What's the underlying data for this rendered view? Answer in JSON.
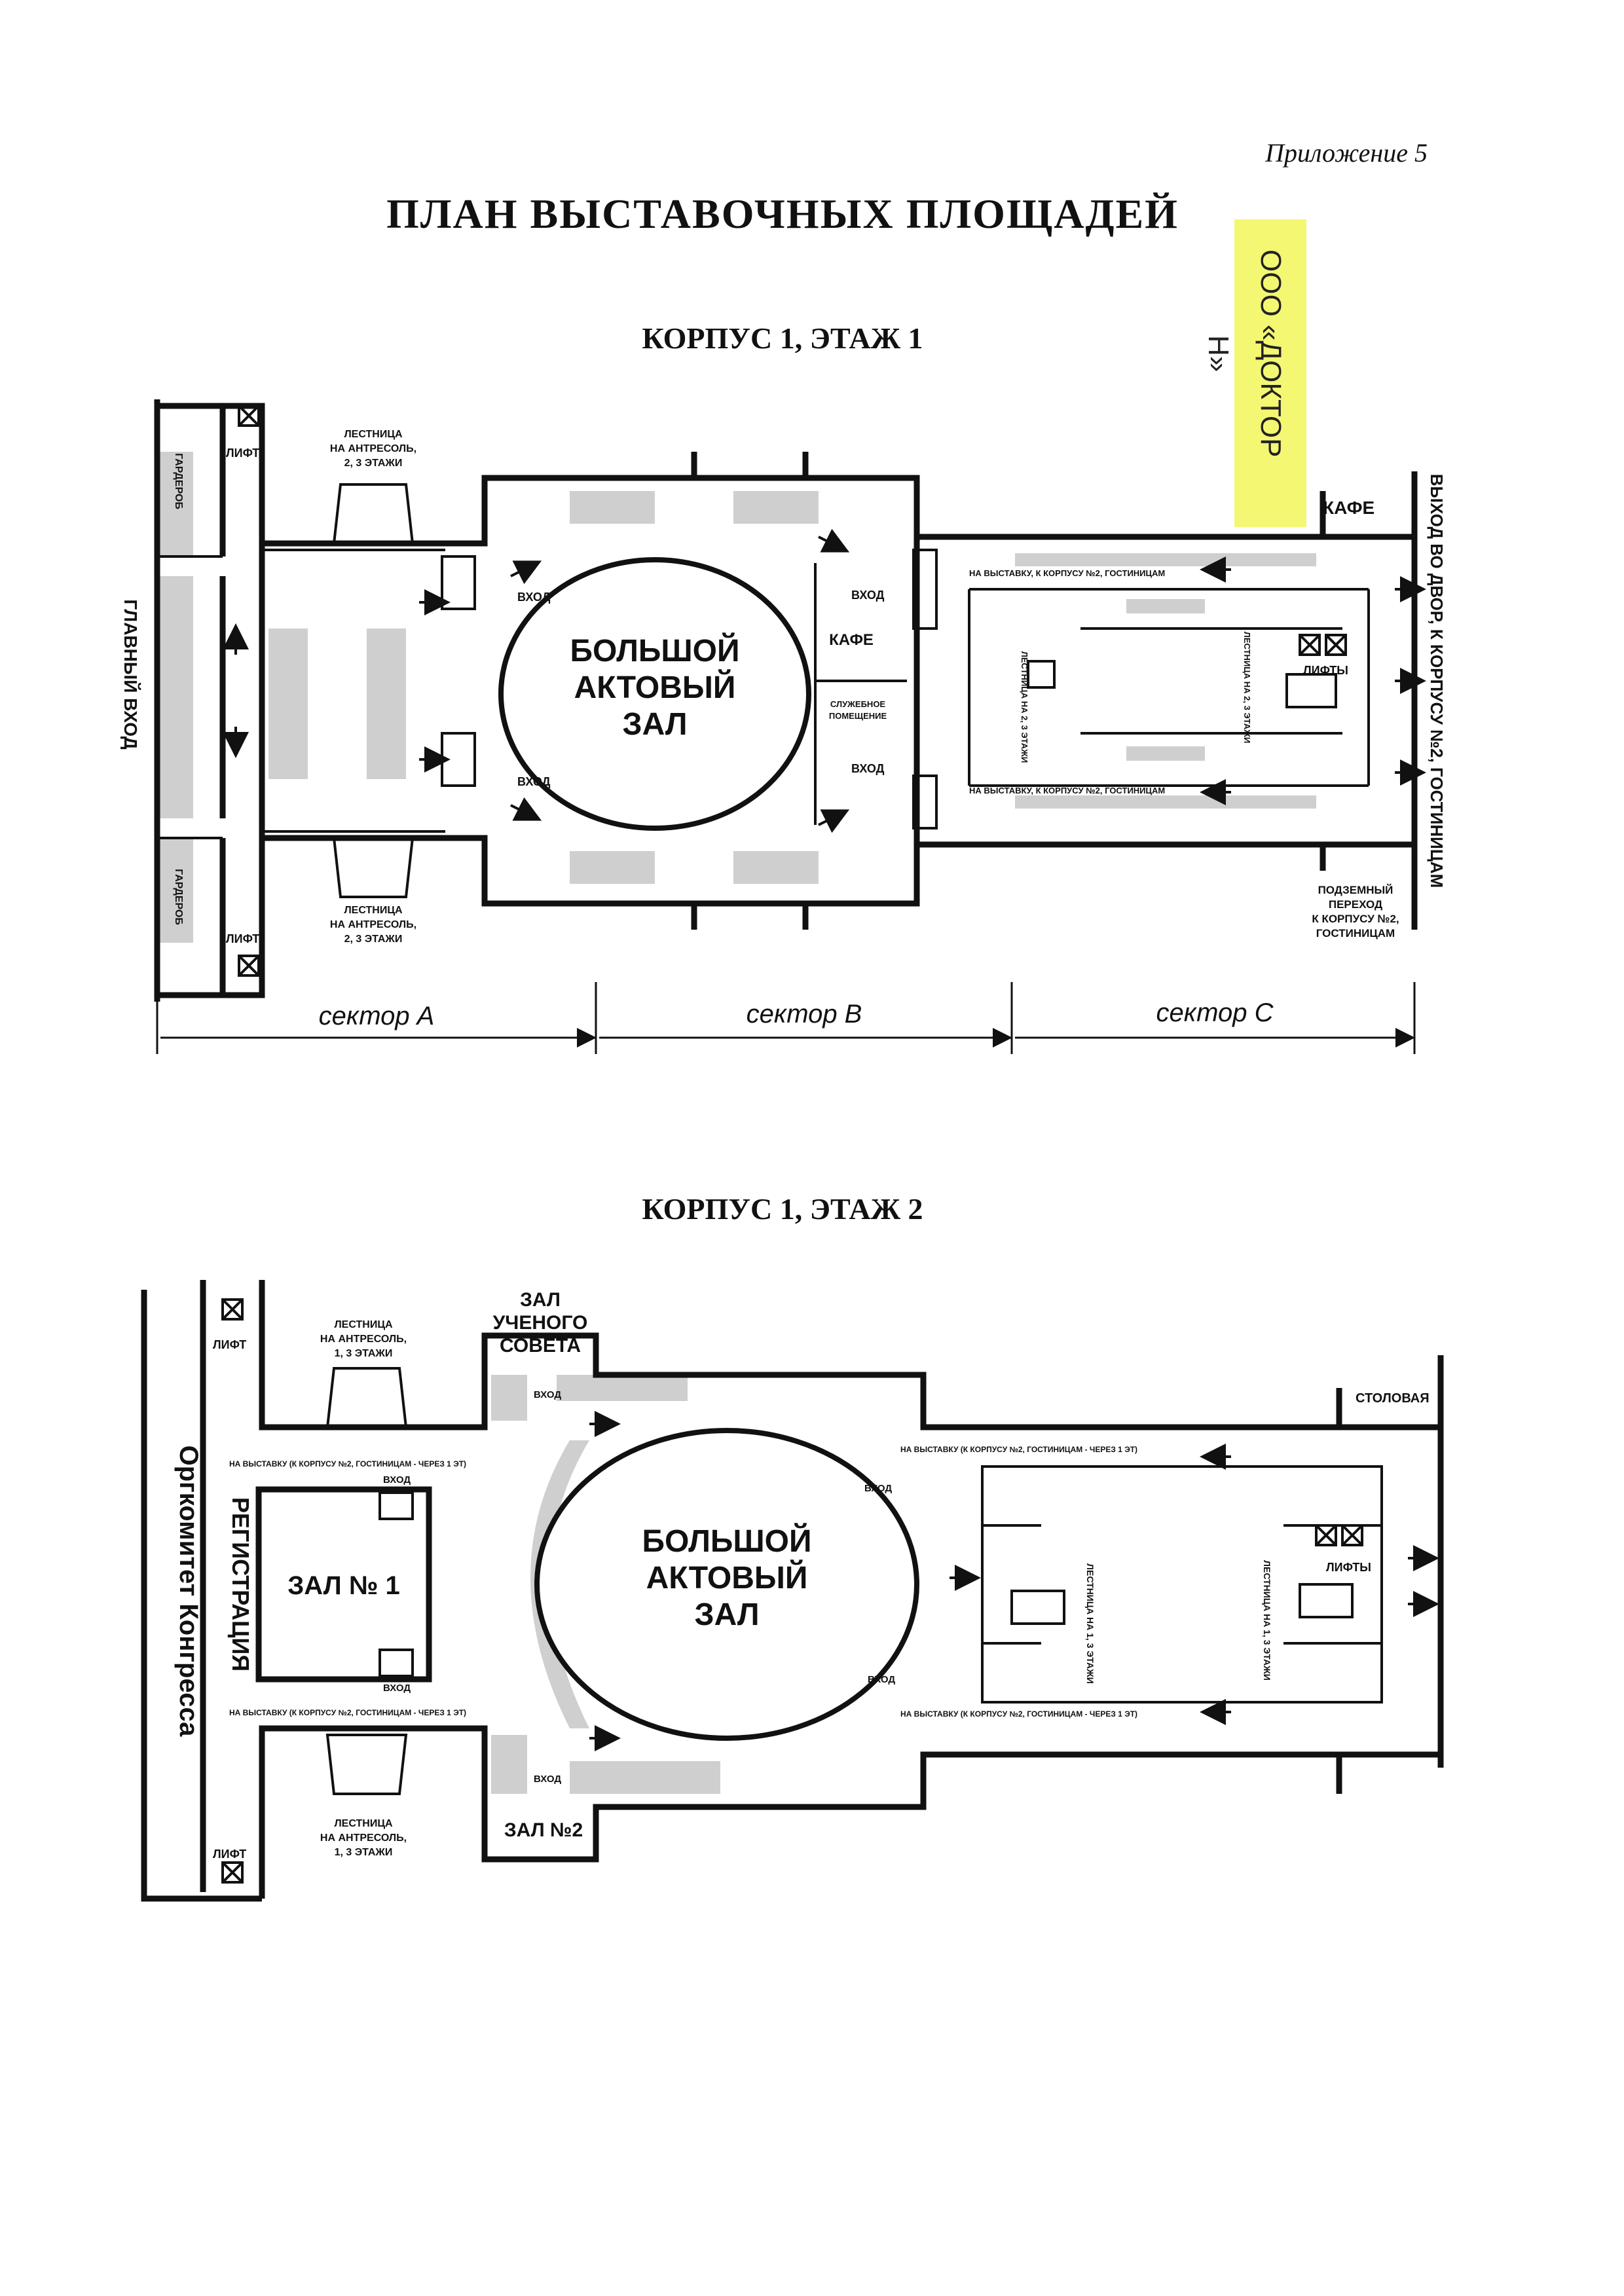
{
  "header": {
    "appendix": "Приложение 5",
    "title": "ПЛАН ВЫСТАВОЧНЫХ ПЛОЩАДЕЙ"
  },
  "annotation": {
    "sticky_note": "ООО «ДОКТОР Н»",
    "color": "#f4f772"
  },
  "floor1": {
    "title": "КОРПУС 1, ЭТАЖ 1",
    "labels": {
      "main_entrance": "ГЛАВНЫЙ ВХОД",
      "cloakroom_top": "ГАРДЕРОБ",
      "cloakroom_bottom": "ГАРДЕРОБ",
      "lift_top": "ЛИФТ",
      "lift_bottom": "ЛИФТ",
      "stair_top_1": "ЛЕСТНИЦА",
      "stair_top_2": "НА АНТРЕСОЛЬ,",
      "stair_top_3": "2, 3 ЭТАЖИ",
      "stair_bottom_1": "ЛЕСТНИЦА",
      "stair_bottom_2": "НА АНТРЕСОЛЬ,",
      "stair_bottom_3": "2, 3 ЭТАЖИ",
      "hall_1": "БОЛЬШОЙ",
      "hall_2": "АКТОВЫЙ",
      "hall_3": "ЗАЛ",
      "entry_left_top": "ВХОД",
      "entry_left_bottom": "ВХОД",
      "entry_right_top": "ВХОД",
      "entry_right_bottom": "ВХОД",
      "cafe_inner": "КАФЕ",
      "service_1": "СЛУЖЕБНОЕ",
      "service_2": "ПОМЕЩЕНИЕ",
      "cafe_outer": "КАФЕ",
      "corridor_top": "НА ВЫСТАВКУ, К КОРПУСУ №2, ГОСТИНИЦАМ",
      "corridor_bottom": "НА ВЫСТАВКУ, К КОРПУСУ №2, ГОСТИНИЦАМ",
      "stair_c_left": "ЛЕСТНИЦА НА 2, 3 ЭТАЖИ",
      "stair_c_right": "ЛЕСТНИЦА НА 2, 3 ЭТАЖИ",
      "lifts": "ЛИФТЫ",
      "exit_yard": "ВЫХОД ВО ДВОР, К КОРПУСУ №2, ГОСТИНИЦАМ",
      "underpass_1": "ПОДЗЕМНЫЙ",
      "underpass_2": "ПЕРЕХОД",
      "underpass_3": "К КОРПУСУ №2,",
      "underpass_4": "ГОСТИНИЦАМ"
    },
    "sectors": [
      "сектор А",
      "сектор В",
      "сектор С"
    ]
  },
  "floor2": {
    "title": "КОРПУС 1, ЭТАЖ 2",
    "labels": {
      "orgcommittee": "Оргкомитет Конгресса",
      "registration": "РЕГИСТРАЦИЯ",
      "lift_top": "ЛИФТ",
      "lift_bottom": "ЛИФТ",
      "stair_top_1": "ЛЕСТНИЦА",
      "stair_top_2": "НА АНТРЕСОЛЬ,",
      "stair_top_3": "1, 3 ЭТАЖИ",
      "stair_bottom_1": "ЛЕСТНИЦА",
      "stair_bottom_2": "НА АНТРЕСОЛЬ,",
      "stair_bottom_3": "1, 3 ЭТАЖИ",
      "council_1": "ЗАЛ",
      "council_2": "УЧЕНОГО",
      "council_3": "СОВЕТА",
      "hall1": "ЗАЛ № 1",
      "hall2": "ЗАЛ №2",
      "hall_1": "БОЛЬШОЙ",
      "hall_2": "АКТОВЫЙ",
      "hall_3": "ЗАЛ",
      "entry_1": "ВХОД",
      "entry_2": "ВХОД",
      "entry_3": "ВХОД",
      "entry_4": "ВХОД",
      "entry_5": "ВХОД",
      "entry_6": "ВХОД",
      "corridor_top_left": "НА ВЫСТАВКУ (К КОРПУСУ №2, ГОСТИНИЦАМ - ЧЕРЕЗ 1 ЭТ)",
      "corridor_bottom_left": "НА ВЫСТАВКУ (К КОРПУСУ №2, ГОСТИНИЦАМ - ЧЕРЕЗ 1 ЭТ)",
      "corridor_top_right": "НА ВЫСТАВКУ (К КОРПУСУ №2, ГОСТИНИЦАМ - ЧЕРЕЗ 1 ЭТ)",
      "corridor_bottom_right": "НА ВЫСТАВКУ (К КОРПУСУ №2, ГОСТИНИЦАМ - ЧЕРЕЗ 1 ЭТ)",
      "canteen": "СТОЛОВАЯ",
      "lifts": "ЛИФТЫ",
      "stair_left": "ЛЕСТНИЦА НА 1, 3 ЭТАЖИ",
      "stair_right": "ЛЕСТНИЦА НА 1, 3 ЭТАЖИ"
    }
  }
}
